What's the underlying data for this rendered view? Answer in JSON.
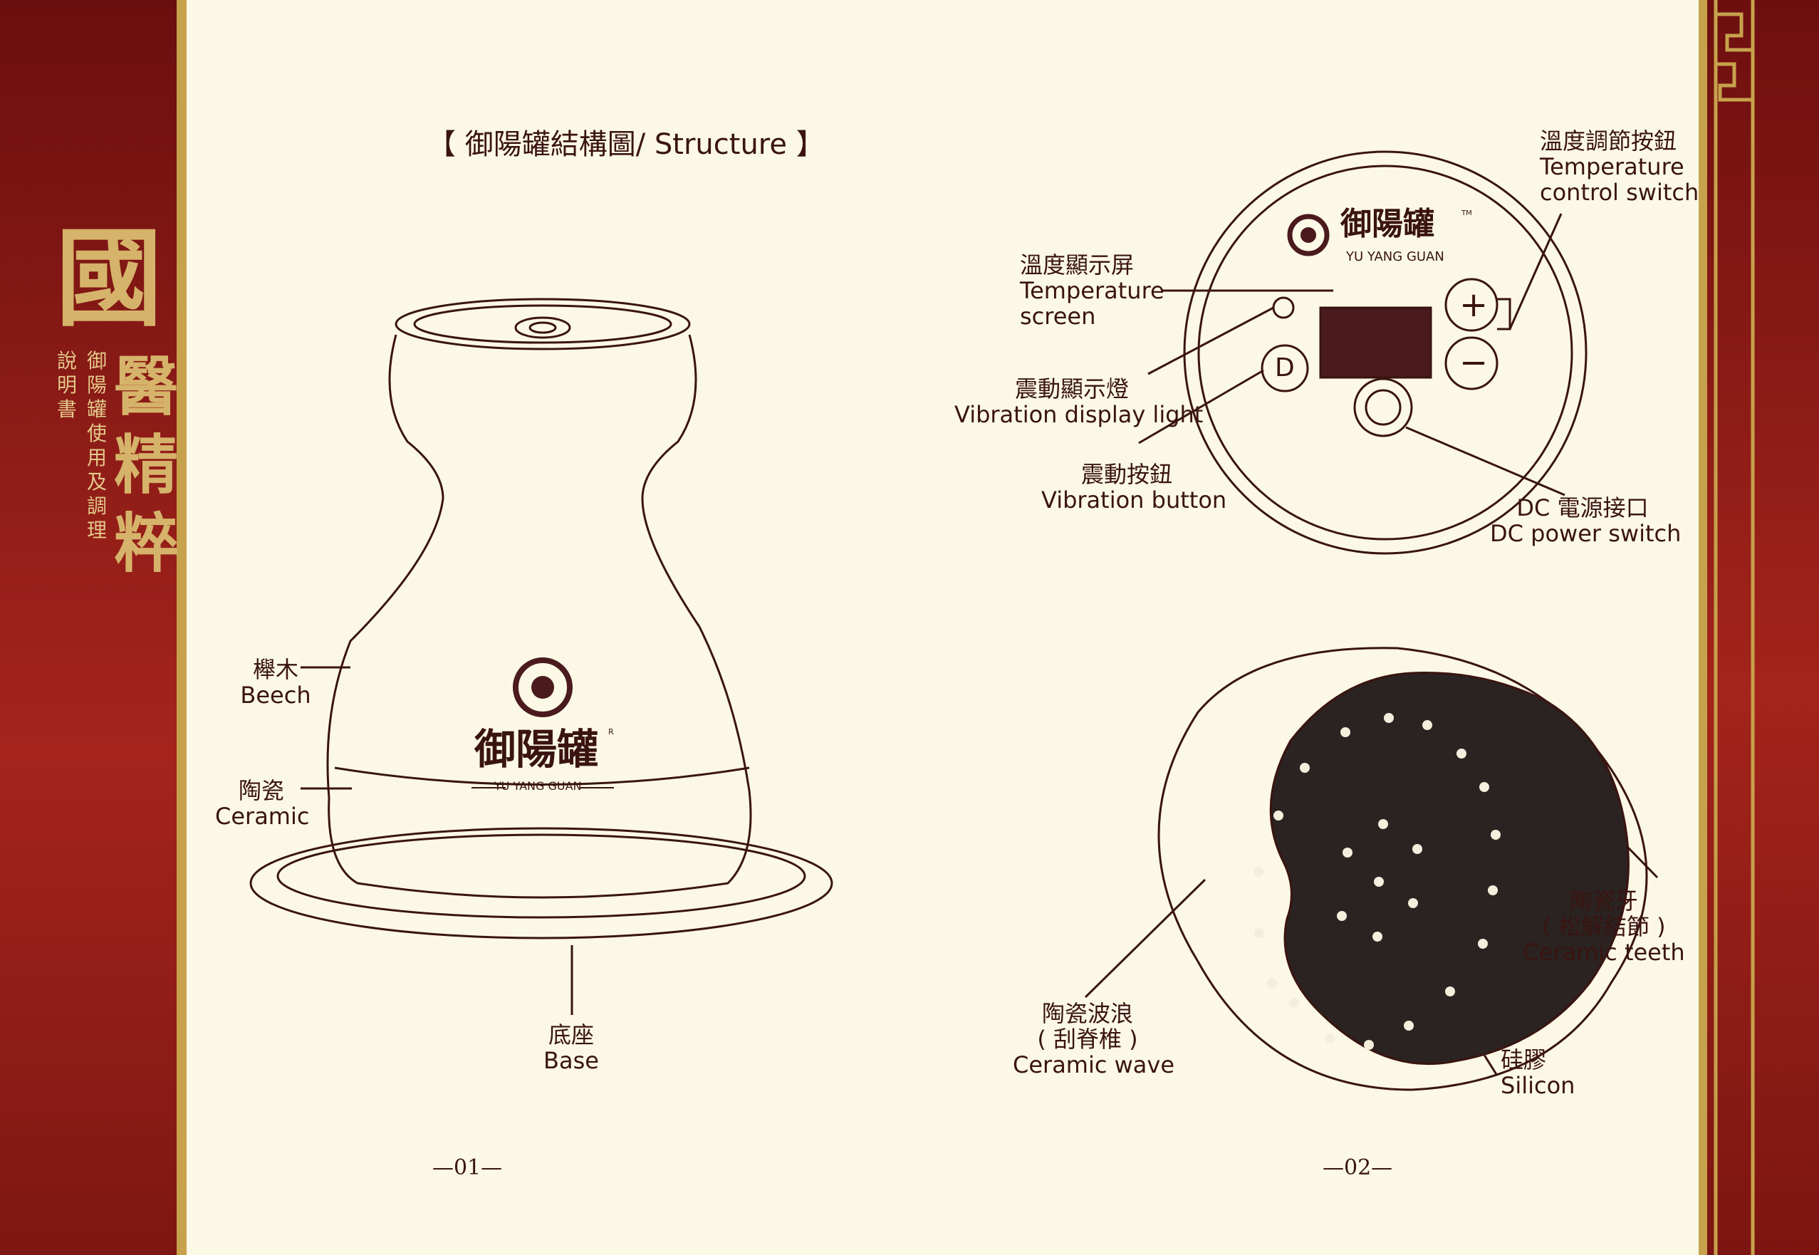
{
  "title": "【 御陽罐結構圖/ Structure  】",
  "page_left": "—01—",
  "page_right": "—02—",
  "sidebar": {
    "big_chars": [
      "國",
      "醫",
      "精",
      "粹"
    ],
    "sub_col1": "御陽罐使用及調理",
    "sub_col2": "說明書"
  },
  "logo": {
    "zh": "御陽罐",
    "en": "YU YANG GUAN",
    "mark": "R",
    "tm": "TM"
  },
  "labels": {
    "beech_zh": "櫸木",
    "beech_en": "Beech",
    "ceramic_zh": "陶瓷",
    "ceramic_en": "Ceramic",
    "base_zh": "底座",
    "base_en": "Base",
    "temp_screen_zh": "溫度顯示屏",
    "temp_screen_en1": "Temperature",
    "temp_screen_en2": "screen",
    "vib_light_zh": "震動顯示燈",
    "vib_light_en": "Vibration display light",
    "vib_button_zh": "震動按鈕",
    "vib_button_en": "Vibration button",
    "temp_ctrl_zh": "溫度調節按鈕",
    "temp_ctrl_en1": "Temperature",
    "temp_ctrl_en2": "control switch",
    "dc_zh": "DC 電源接口",
    "dc_en": "DC power switch",
    "teeth_zh1": "陶瓷牙",
    "teeth_zh2": "( 松解結節 )",
    "teeth_en": "Ceramic  teeth",
    "wave_zh1": "陶瓷波浪",
    "wave_zh2": "( 刮脊椎 )",
    "wave_en": "Ceramic wave",
    "silicon_zh": "硅膠",
    "silicon_en": "Silicon"
  },
  "buttons": {
    "d": "D",
    "plus": "+",
    "minus": "−"
  },
  "colors": {
    "line": "#3a1410",
    "red": "#8e1c17",
    "gold": "#c7a24c",
    "page": "#fbf8e6",
    "screen": "#4a1a1c",
    "pad": "#2a2322"
  }
}
